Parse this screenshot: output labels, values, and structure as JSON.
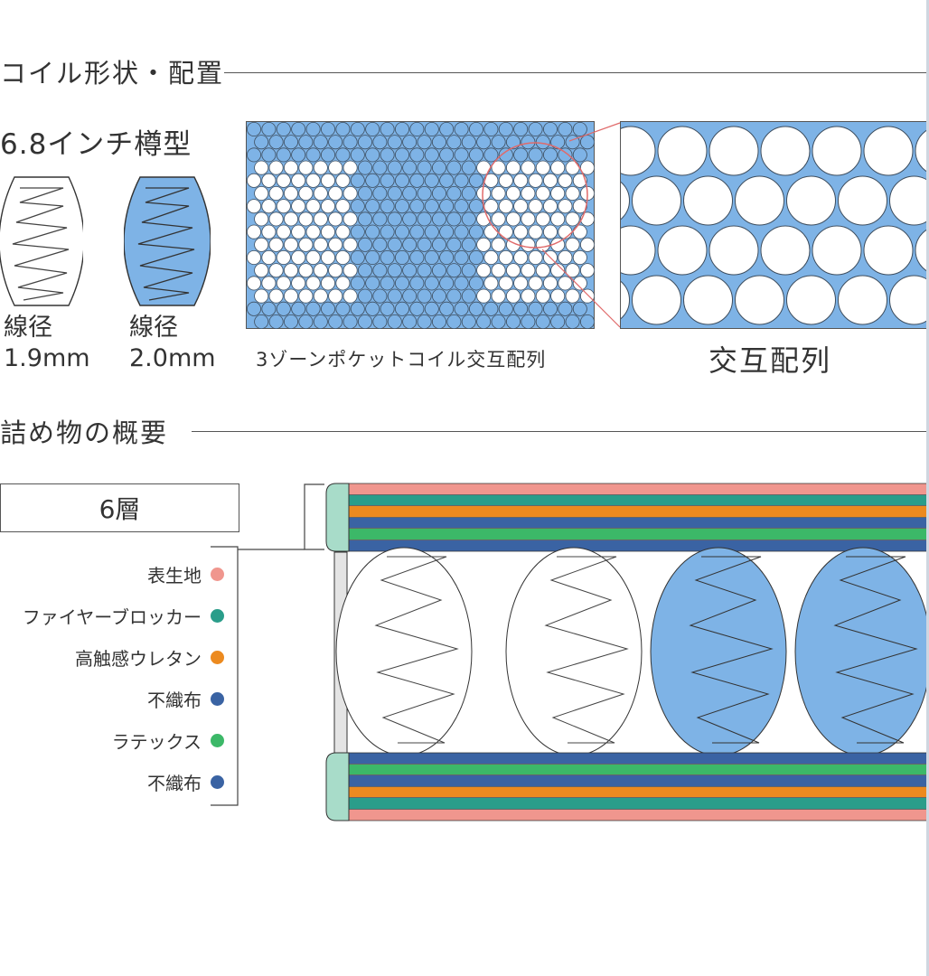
{
  "coil_section": {
    "title": "コイル形状・配置",
    "coil_type": "6.8インチ樽型",
    "coils": [
      {
        "wire_label": "線径",
        "diameter": "1.9mm",
        "color": "#ffffff"
      },
      {
        "wire_label": "線径",
        "diameter": "2.0mm",
        "color": "#7eb3e6"
      }
    ],
    "zone_caption": "3ゾーンポケットコイル交互配列",
    "alternating_caption": "交互配列"
  },
  "filling_section": {
    "title": "詰め物の概要",
    "layer_count": "6層",
    "layers": [
      {
        "label": "表生地",
        "color": "#f0968e"
      },
      {
        "label": "ファイヤーブロッカー",
        "color": "#2a9d8a"
      },
      {
        "label": "高触感ウレタン",
        "color": "#ec8a1f"
      },
      {
        "label": "不織布",
        "color": "#3a63a3"
      },
      {
        "label": "ラテックス",
        "color": "#3cb868"
      },
      {
        "label": "不織布",
        "color": "#3a63a3"
      }
    ]
  },
  "colors": {
    "coil_blue": "#7eb3e6",
    "highlight_red": "#e06a6a",
    "frame_mint": "#a8dcc9"
  }
}
